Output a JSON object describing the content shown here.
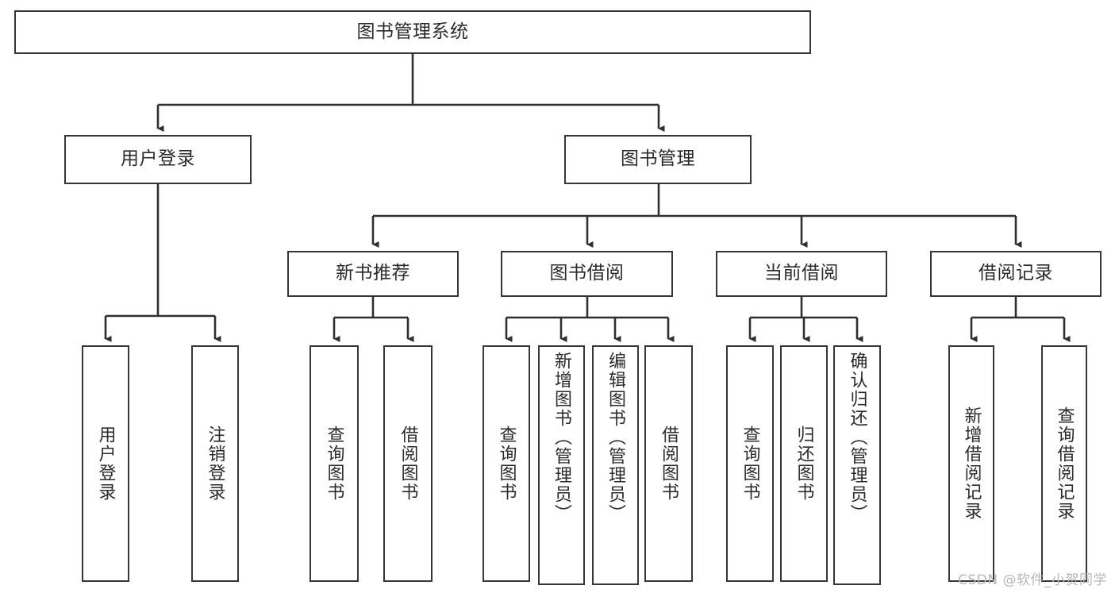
{
  "diagram": {
    "title": "图书管理系统",
    "type": "tree-hierarchy-diagram",
    "root": {
      "label": "图书管理系统"
    },
    "level2": [
      {
        "label": "用户登录"
      },
      {
        "label": "图书管理"
      }
    ],
    "level3": [
      {
        "label": "新书推荐"
      },
      {
        "label": "图书借阅"
      },
      {
        "label": "当前借阅"
      },
      {
        "label": "借阅记录"
      }
    ],
    "leaves": {
      "user_login": [
        {
          "label": "用户登录"
        },
        {
          "label": "注销登录"
        }
      ],
      "new_book_recommend": [
        {
          "label": "查询图书"
        },
        {
          "label": "借阅图书"
        }
      ],
      "book_borrow": [
        {
          "label": "查询图书"
        },
        {
          "label": "新增图书（管理员）"
        },
        {
          "label": "编辑图书（管理员）"
        },
        {
          "label": "借阅图书"
        }
      ],
      "current_borrow": [
        {
          "label": "查询图书"
        },
        {
          "label": "归还图书"
        },
        {
          "label": "确认归还（管理员）"
        }
      ],
      "borrow_record": [
        {
          "label": "新增借阅记录"
        },
        {
          "label": "查询借阅记录"
        }
      ]
    }
  },
  "watermark": {
    "text": "CSDN @软件_小贺同学"
  },
  "colors": {
    "box_border": "#363636",
    "box_fill": "#ffffff",
    "text": "#2b2b2b",
    "edge": "#2f2f2f",
    "watermark": "#b7b7b7",
    "background": "#ffffff"
  }
}
